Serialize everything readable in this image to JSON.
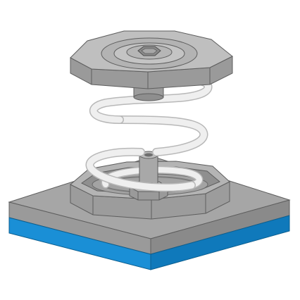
{
  "diagram": {
    "subject": "spring-isolator-assembly",
    "parts": [
      {
        "id": "top-cap",
        "shape": "octagonal-cap-with-hex-socket"
      },
      {
        "id": "spring",
        "shape": "helical-coil"
      },
      {
        "id": "bottom-housing",
        "shape": "octagonal-cup-with-hex-nut"
      },
      {
        "id": "base-plate",
        "shape": "square-plate-with-blue-pad"
      }
    ],
    "colors": {
      "background": "#ffffff",
      "metal_light": "#bdbdbd",
      "metal_mid": "#a9a9a9",
      "metal_dark": "#8c8c8c",
      "metal_shadow": "#7a7a7a",
      "spring_fill": "#efefef",
      "spring_edge": "#b8b8b8",
      "pad_front": "#1a8fd6",
      "pad_side": "#0c6ea8",
      "outline": "#5e5e5e"
    }
  }
}
